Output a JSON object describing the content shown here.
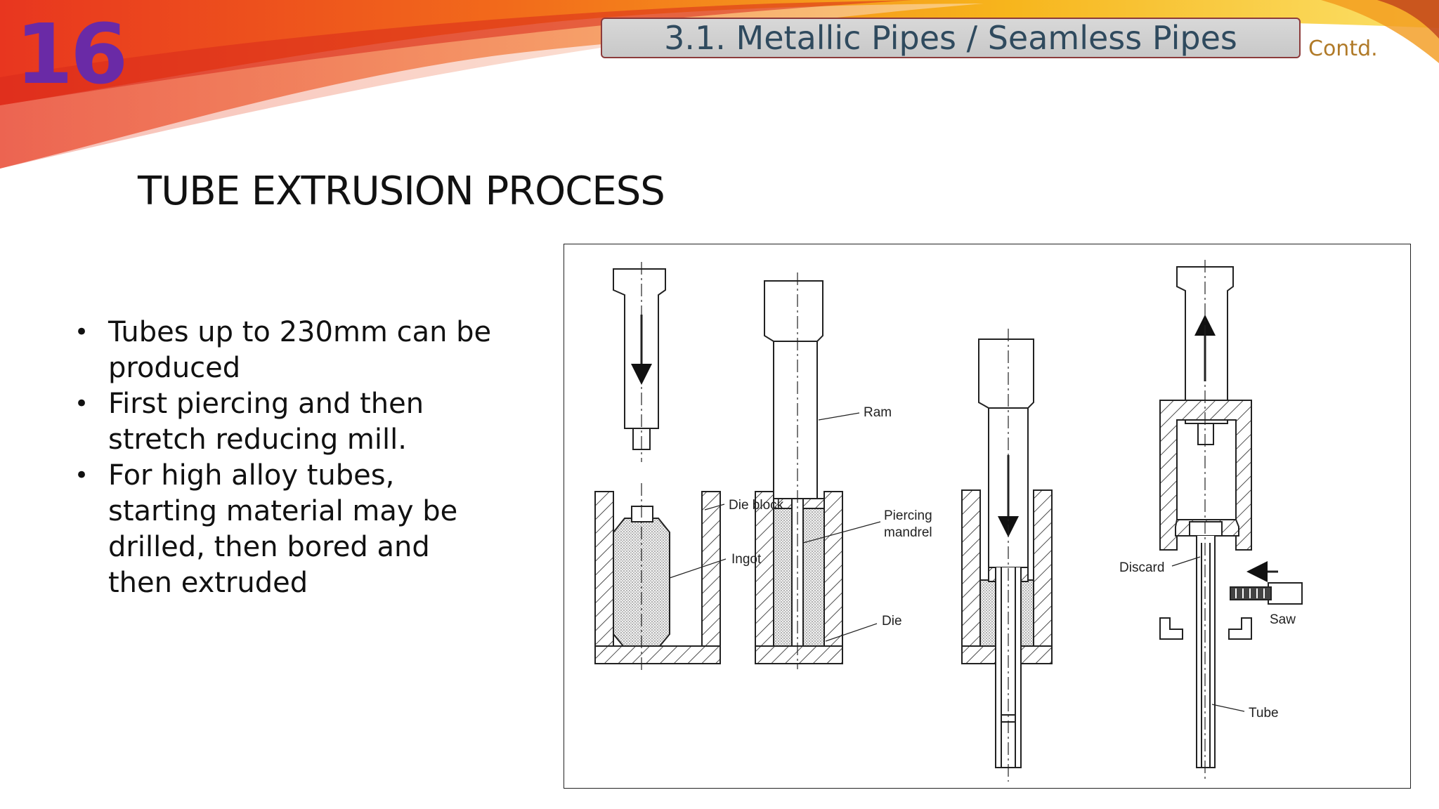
{
  "slide": {
    "number": "16",
    "title": "3.1. Metallic Pipes / Seamless Pipes",
    "contd": "Contd.",
    "heading": "TUBE EXTRUSION PROCESS"
  },
  "bullets": [
    {
      "marker": "•",
      "text": "Tubes up to 230mm can be produced"
    },
    {
      "marker": "•",
      "text": "First piercing and then stretch reducing mill."
    },
    {
      "marker": "•",
      "text": "For high alloy tubes, starting material may be drilled, then bored and then extruded"
    }
  ],
  "diagram": {
    "labels": {
      "die_block": "Die block",
      "ingot": "Ingot",
      "ram": "Ram",
      "piercing": "Piercing",
      "mandrel": "mandrel",
      "die": "Die",
      "discard": "Discard",
      "saw": "Saw",
      "tube": "Tube"
    }
  },
  "colors": {
    "number": "#6a2aa6",
    "title_text": "#2f4a5e",
    "title_border": "#8c3b3b",
    "contd": "#b07a28"
  }
}
